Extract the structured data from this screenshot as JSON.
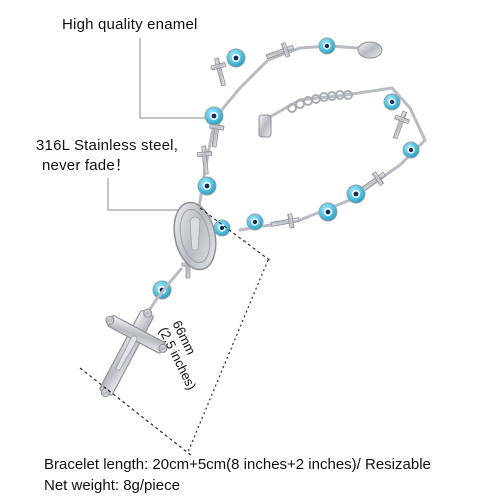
{
  "callouts": {
    "enamel": "High quality enamel",
    "steel_line1": "316L Stainless steel,",
    "steel_line2": "never fade！"
  },
  "dimension": {
    "line1": "66mm",
    "line2": "(2.5 inches)"
  },
  "specs": {
    "bracelet_length": "Bracelet length: 20cm+5cm(8 inches+2 inches)/ Resizable",
    "net_weight": "Net weight: 8g/piece"
  },
  "colors": {
    "bead": "#4fc6e6",
    "steel": "#c9ccd1",
    "leader_line": "#8a8a8a"
  },
  "icons": [
    "evil-eye-bead-icon",
    "cross-link-icon",
    "miraculous-medal-icon",
    "crucifix-icon"
  ]
}
